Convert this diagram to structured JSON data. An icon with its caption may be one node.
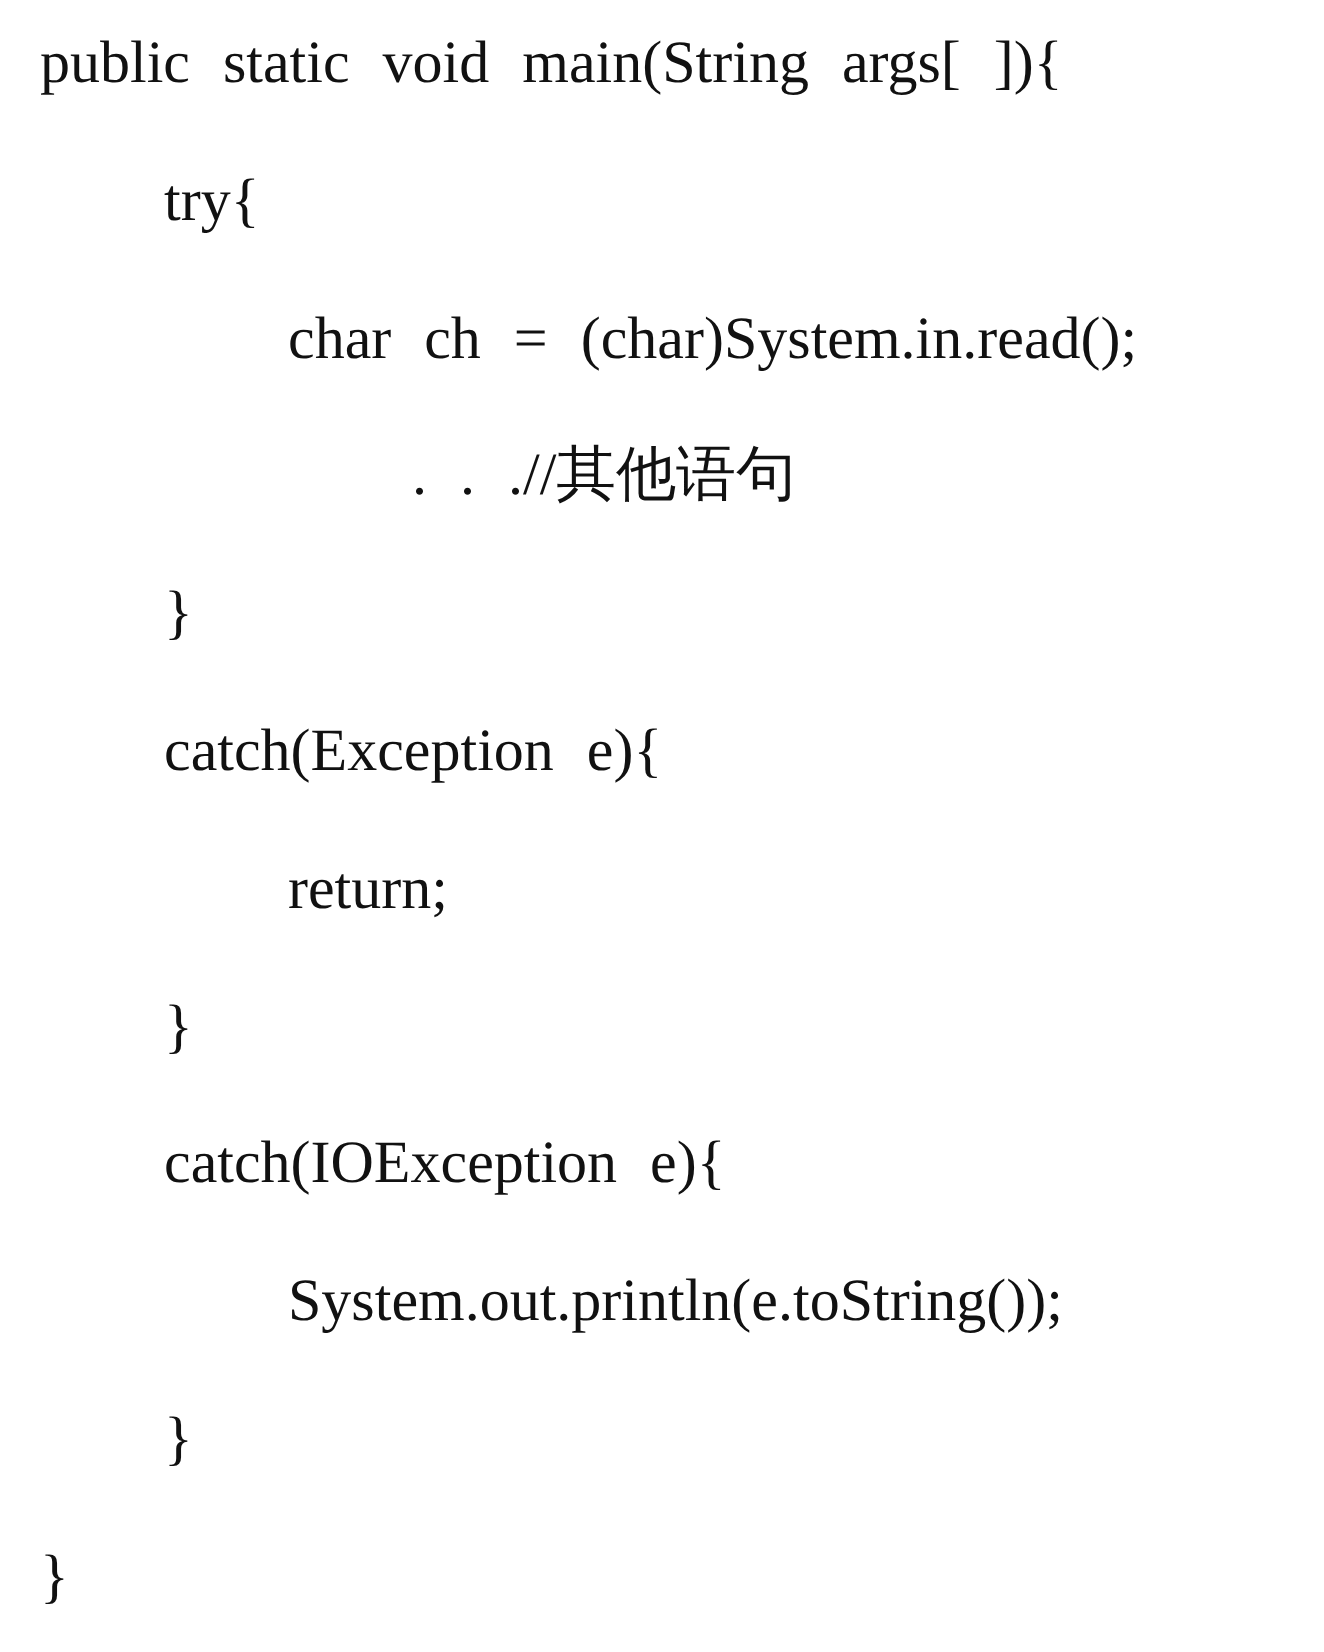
{
  "diagram": {
    "labels": [
      "public static void main(String args[ ]){",
      "try{",
      "char ch = (char)System.in.read();",
      ". . .//其他语句",
      "}",
      "catch(Exception e){",
      "return;",
      "}",
      "catch(IOException e){",
      "System.out.println(e.toString());",
      "}",
      "}"
    ]
  }
}
